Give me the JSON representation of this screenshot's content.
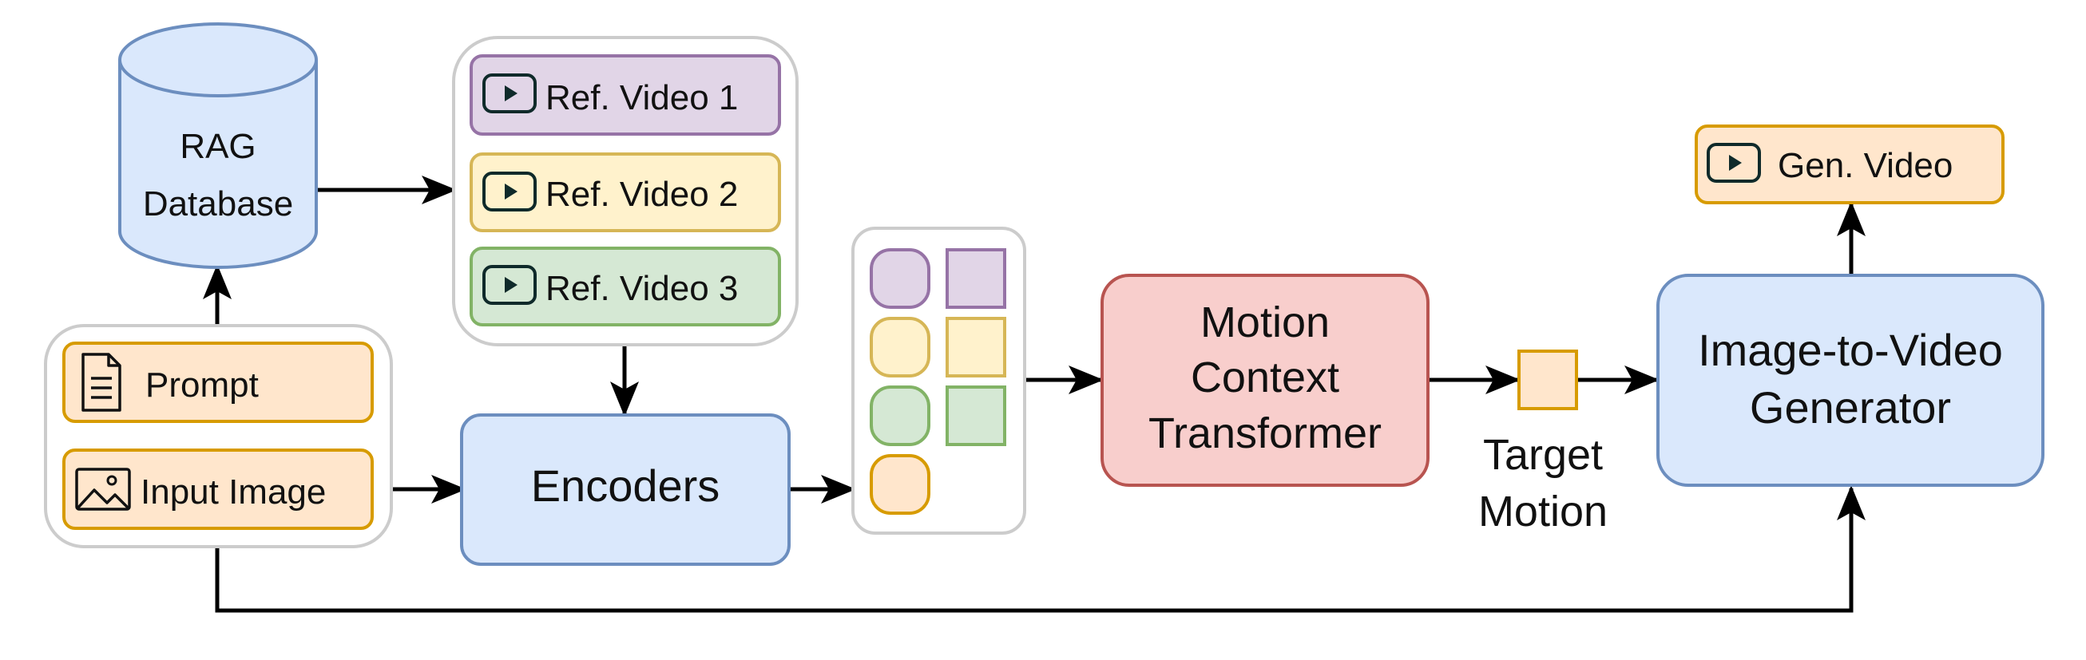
{
  "database": {
    "line1": "RAG",
    "line2": "Database",
    "fill": "#dae8fc",
    "stroke": "#6c8ebf"
  },
  "references": [
    {
      "label": "Ref. Video 1",
      "icon": "video-play-icon",
      "fill": "#e1d5e7",
      "stroke": "#9673a6"
    },
    {
      "label": "Ref. Video 2",
      "icon": "video-play-icon",
      "fill": "#fff2cc",
      "stroke": "#d6b656"
    },
    {
      "label": "Ref. Video 3",
      "icon": "video-play-icon",
      "fill": "#d5e8d4",
      "stroke": "#82b366"
    }
  ],
  "inputs": {
    "prompt": {
      "label": "Prompt",
      "icon": "document-icon"
    },
    "image": {
      "label": "Input Image",
      "icon": "image-icon"
    },
    "fill": "#ffe6cc",
    "stroke": "#d79b00"
  },
  "encoders": {
    "label": "Encoders",
    "fill": "#dae8fc",
    "stroke": "#6c8ebf"
  },
  "tokens": {
    "rows": [
      {
        "fill": "#e1d5e7",
        "stroke": "#9673a6",
        "square": true
      },
      {
        "fill": "#fff2cc",
        "stroke": "#d6b656",
        "square": true
      },
      {
        "fill": "#d5e8d4",
        "stroke": "#82b366",
        "square": true
      },
      {
        "fill": "#ffe6cc",
        "stroke": "#d79b00",
        "square": false
      }
    ]
  },
  "transformer": {
    "lines": [
      "Motion",
      "Context",
      "Transformer"
    ],
    "fill": "#f8cecc",
    "stroke": "#b85450"
  },
  "target_motion": {
    "lines": [
      "Target",
      "Motion"
    ],
    "fill": "#ffe6cc",
    "stroke": "#d79b00"
  },
  "generator": {
    "lines": [
      "Image-to-Video",
      "Generator"
    ],
    "fill": "#dae8fc",
    "stroke": "#6c8ebf"
  },
  "output": {
    "label": "Gen. Video",
    "icon": "video-play-icon",
    "fill": "#ffe6cc",
    "stroke": "#d79b00"
  },
  "group_stroke": "#cccccc",
  "arrow_color": "#000000"
}
